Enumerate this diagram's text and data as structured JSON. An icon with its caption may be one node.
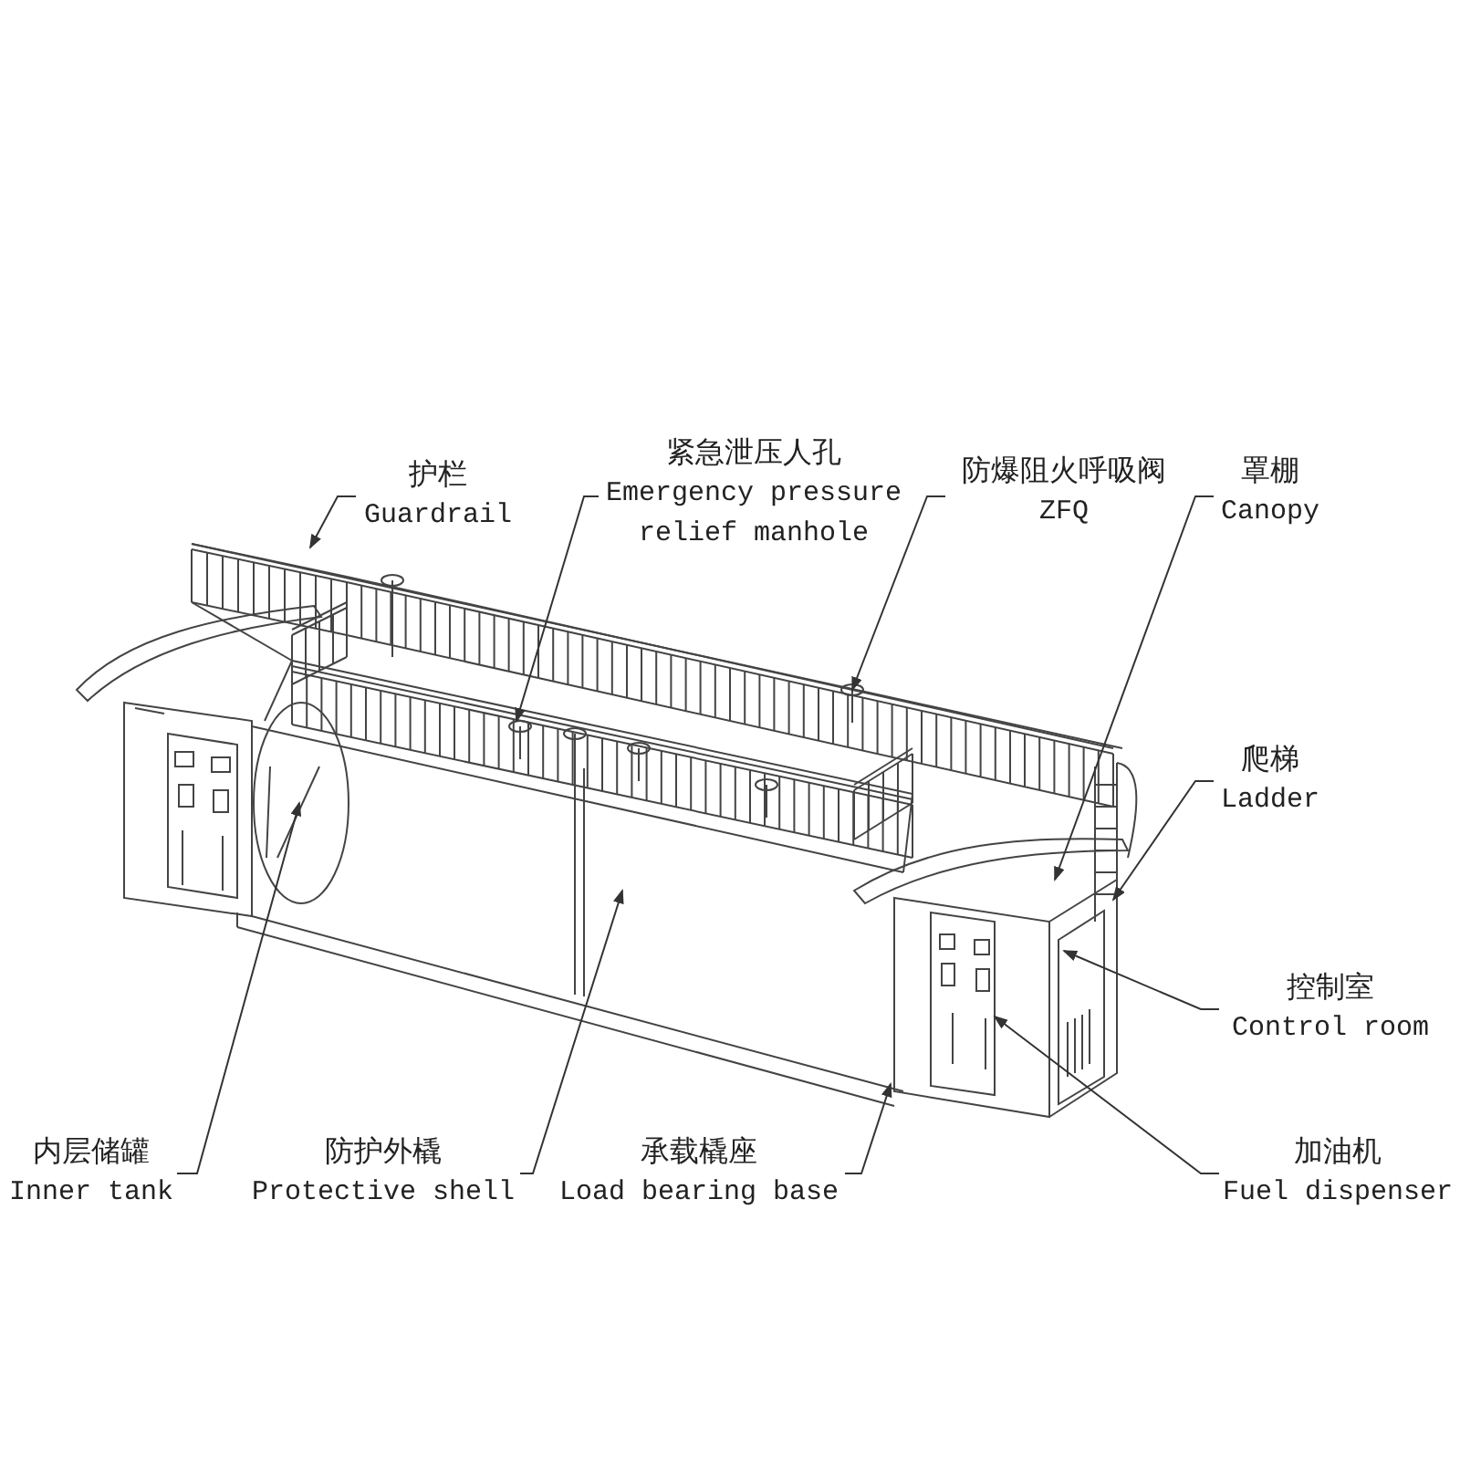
{
  "diagram": {
    "nodes": [
      {
        "text": [
          "护栏",
          "Guardrail"
        ]
      },
      {
        "text": [
          "紧急泄压人孔",
          "Emergency pressure relief manhole"
        ]
      },
      {
        "text": [
          "防爆阻火呼吸阀",
          "ZFQ"
        ]
      },
      {
        "text": [
          "罩棚",
          "Canopy"
        ]
      },
      {
        "text": [
          "爬梯",
          "Ladder"
        ]
      },
      {
        "text": [
          "控制室",
          "Control room"
        ]
      },
      {
        "text": [
          "内层储罐",
          "Inner tank"
        ]
      },
      {
        "text": [
          "防护外橇",
          "Protective shell"
        ]
      },
      {
        "text": [
          "承载橇座",
          "Load bearing base"
        ]
      },
      {
        "text": [
          "加油机",
          "Fuel dispenser"
        ]
      }
    ],
    "edges": [
      {
        "from": 0,
        "to": null,
        "arrow": "to"
      },
      {
        "from": 1,
        "to": null,
        "arrow": "to"
      },
      {
        "from": 2,
        "to": null,
        "arrow": "to"
      },
      {
        "from": 3,
        "to": null,
        "arrow": "to"
      },
      {
        "from": 4,
        "to": null,
        "arrow": "to"
      },
      {
        "from": 5,
        "to": null,
        "arrow": "to"
      },
      {
        "from": 6,
        "to": null,
        "arrow": "to"
      },
      {
        "from": 7,
        "to": null,
        "arrow": "to"
      },
      {
        "from": 8,
        "to": null,
        "arrow": "to"
      },
      {
        "from": 9,
        "to": null,
        "arrow": "to"
      }
    ]
  }
}
